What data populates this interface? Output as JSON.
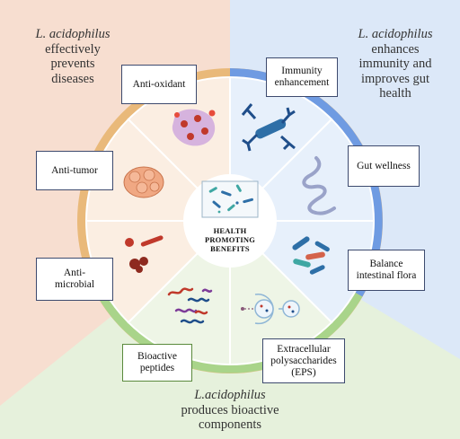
{
  "regions": {
    "top_left": {
      "species": "L. acidophilus",
      "rest": [
        "effectively",
        "prevents",
        "diseases"
      ],
      "color": "#f7ded0"
    },
    "top_right": {
      "species": "L. acidophilus",
      "rest": [
        "enhances",
        "immunity and",
        "improves gut",
        "health"
      ],
      "color": "#dce8f8"
    },
    "bottom": {
      "species": "L.acidophilus",
      "rest": [
        "produces bioactive",
        "components"
      ],
      "color": "#e6f1dc"
    }
  },
  "center": {
    "line1": "HEALTH",
    "line2": "PROMOTING",
    "line3": "BENEFITS"
  },
  "labels": {
    "antioxidant": "Anti-oxidant",
    "antitumor": "Anti-tumor",
    "antimicrobial": [
      "Anti-",
      "microbial"
    ],
    "immunity": [
      "Immunity",
      "enhancement"
    ],
    "gut": "Gut wellness",
    "flora": [
      "Balance",
      "intestinal flora"
    ],
    "eps": [
      "Extracellular",
      "polysaccharides",
      "(EPS)"
    ],
    "peptides": [
      "Bioactive",
      "peptides"
    ]
  },
  "colors": {
    "ring_orange": "#e9b97a",
    "ring_blue": "#6f9be2",
    "ring_green": "#a9d48a",
    "wedge_orange": "#fbeee2",
    "wedge_blue": "#e7f0fb",
    "wedge_green": "#eef5e6",
    "box_border": "#3d4a6e"
  }
}
